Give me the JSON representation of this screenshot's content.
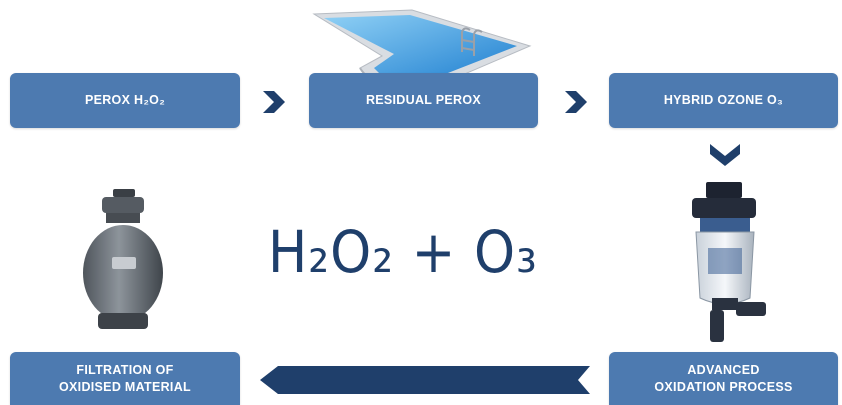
{
  "colors": {
    "box": "#4d7ab0",
    "arrow": "#1f3f6b",
    "text": "#ffffff",
    "formula": "#1f3f6b"
  },
  "steps": {
    "perox": "PEROX H₂O₂",
    "residual": "RESIDUAL PEROX",
    "hybrid": "HYBRID OZONE O₃",
    "advanced_line1": "ADVANCED",
    "advanced_line2": "OXIDATION PROCESS",
    "filtration_line1": "FILTRATION OF",
    "filtration_line2": "OXIDISED MATERIAL"
  },
  "formula": "H₂O₂ + O₃",
  "icons": [
    "swimming-pool-icon",
    "sand-filter-icon",
    "ozone-unit-icon",
    "chevron-right-icon",
    "chevron-down-icon",
    "arrow-left-icon"
  ]
}
